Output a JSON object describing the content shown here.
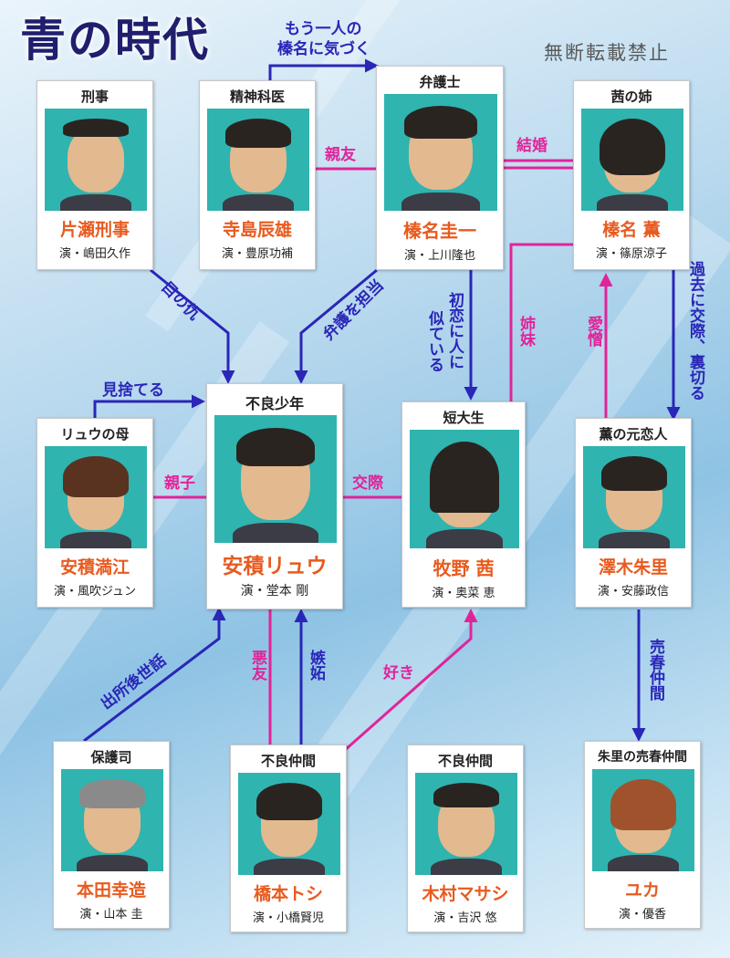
{
  "title": "青の時代",
  "notice": "無断転載禁止",
  "colors": {
    "blue_line": "#2a26b8",
    "pink_line": "#e0249a",
    "name_orange": "#e85a1e",
    "photo_bg": "#2fb4b0"
  },
  "people": {
    "katase": {
      "role": "刑事",
      "name": "片瀬刑事",
      "actor": "演・嶋田久作"
    },
    "terajima": {
      "role": "精神科医",
      "name": "寺島辰雄",
      "actor": "演・豊原功補"
    },
    "haruna_k": {
      "role": "弁護士",
      "name": "榛名圭一",
      "actor": "演・上川隆也"
    },
    "kaoru": {
      "role": "茜の姉",
      "name": "榛名 薫",
      "actor": "演・篠原涼子"
    },
    "ryu": {
      "role": "不良少年",
      "name": "安積リュウ",
      "actor": "演・堂本 剛"
    },
    "mitsue": {
      "role": "リュウの母",
      "name": "安積満江",
      "actor": "演・風吹ジュン"
    },
    "akane": {
      "role": "短大生",
      "name": "牧野 茜",
      "actor": "演・奥菜 恵"
    },
    "sawaki": {
      "role": "薫の元恋人",
      "name": "澤木朱里",
      "actor": "演・安藤政信"
    },
    "honda": {
      "role": "保護司",
      "name": "本田幸造",
      "actor": "演・山本 圭"
    },
    "toshi": {
      "role": "不良仲間",
      "name": "橋本トシ",
      "actor": "演・小橋賢児"
    },
    "masashi": {
      "role": "不良仲間",
      "name": "木村マサシ",
      "actor": "演・吉沢 悠"
    },
    "yuka": {
      "role": "朱里の売春仲間",
      "name": "ユカ",
      "actor": "演・優香"
    }
  },
  "relations": {
    "notice_name_l1": "もう一人の",
    "notice_name_l2": "榛名に気づく",
    "shinyu": "親友",
    "kekkon": "結婚",
    "me_no_kataki": "目の仇",
    "bengo": "弁護を担当",
    "hatsukoi_1": "初恋に人に",
    "hatsukoi_2": "似ている",
    "shimai": "姉妹",
    "aizou": "愛憎",
    "kako": "過去に交際、裏切る",
    "misuteru": "見捨てる",
    "oyako": "親子",
    "kousai": "交際",
    "baishun": "売春仲間",
    "shussho": "出所後世話",
    "akuyu": "悪友",
    "shitto": "嫉妬",
    "suki": "好き"
  }
}
